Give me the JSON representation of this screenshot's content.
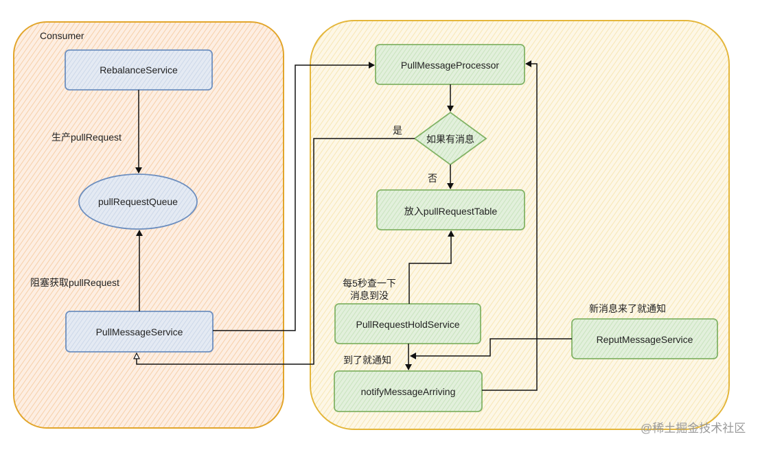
{
  "consumer": {
    "title": "Consumer",
    "rebalance_service": "RebalanceService",
    "produce_label": "生产pullRequest",
    "queue": "pullRequestQueue",
    "block_fetch_label": "阻塞获取pullRequest",
    "pull_message_service": "PullMessageService"
  },
  "broker": {
    "pull_message_processor": "PullMessageProcessor",
    "decision": "如果有消息",
    "yes_label": "是",
    "no_label": "否",
    "put_table": "放入pullRequestTable",
    "check_label_line1": "每5秒查一下",
    "check_label_line2": "消息到没",
    "hold_service": "PullRequestHoldService",
    "notify_label": "到了就通知",
    "notify_arriving": "notifyMessageArriving",
    "new_message_label": "新消息来了就通知",
    "reput_service": "ReputMessageService"
  },
  "watermark": "@稀土掘金技术社区",
  "colors": {
    "consumer_fill": "#fde8d6",
    "consumer_stroke": "#e2a52a",
    "broker_fill": "#fcf3d9",
    "broker_stroke": "#e4b63a",
    "blue_fill": "#dde5f0",
    "blue_stroke": "#6c8ebf",
    "green_fill": "#d8ecd0",
    "green_stroke": "#82b366",
    "line": "#111111"
  }
}
